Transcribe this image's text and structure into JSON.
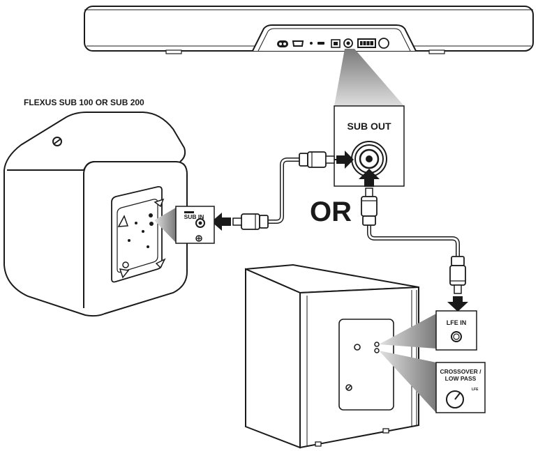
{
  "labels": {
    "subwoofer_title": "FLEXUS SUB 100 OR SUB 200",
    "sub_out": "SUB OUT",
    "sub_in": "SUB IN",
    "or": "OR",
    "lfe_in": "LFE IN",
    "crossover_line1": "CROSSOVER /",
    "crossover_line2": "LOW PASS",
    "knob_lfe": "LFE"
  },
  "icon_names": [
    "power-connector-icon",
    "hdmi-port-icon",
    "usb-port-icon",
    "optical-port-icon",
    "rca-jack-icon",
    "ethernet-port-icon",
    "mounting-screw-icon",
    "arrow-right-icon",
    "arrow-left-icon",
    "arrow-up-icon",
    "arrow-down-icon",
    "knob-icon"
  ],
  "colors": {
    "line": "#1a1a1a",
    "callout_gray": "#c4c4c4",
    "panel_bg": "#ffffff"
  }
}
